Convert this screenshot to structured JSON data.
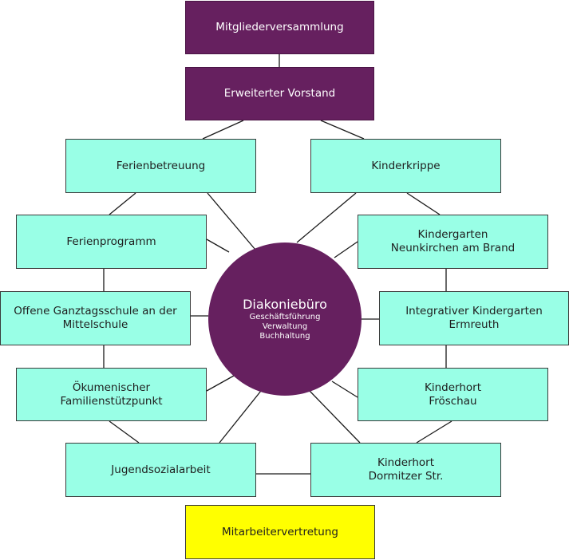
{
  "org_chart": {
    "top": {
      "assembly": "Mitgliederversammlung",
      "board": "Erweiterter Vorstand"
    },
    "hub": {
      "title": "Diakoniebüro",
      "sub": [
        "Geschäftsführung",
        "Verwaltung",
        "Buchhaltung"
      ]
    },
    "units": {
      "ferienbetreuung": "Ferienbetreuung",
      "kinderkrippe": "Kinderkrippe",
      "ferienprogramm": "Ferienprogramm",
      "kindergarten_neunkirchen": "Kindergarten\nNeunkirchen am Brand",
      "ganztagsschule": "Offene Ganztagsschule  an der\nMittelschule",
      "integrativer_kindergarten": "Integrativer Kindergarten\nErmreuth",
      "familienstuetzpunkt": "Ökumenischer\nFamilienstützpunkt",
      "kinderhort_froeschau": "Kinderhort\nFröschau",
      "jugendsozialarbeit": "Jugendsozialarbeit",
      "kinderhort_dormitz": "Kinderhort\nDormitzer Str."
    },
    "staff_council": "Mitarbeitervertretung"
  },
  "colors": {
    "governance": "#66205f",
    "unit": "#99ffe6",
    "staff_council": "#ffff00",
    "connector": "#1a1a1a"
  }
}
